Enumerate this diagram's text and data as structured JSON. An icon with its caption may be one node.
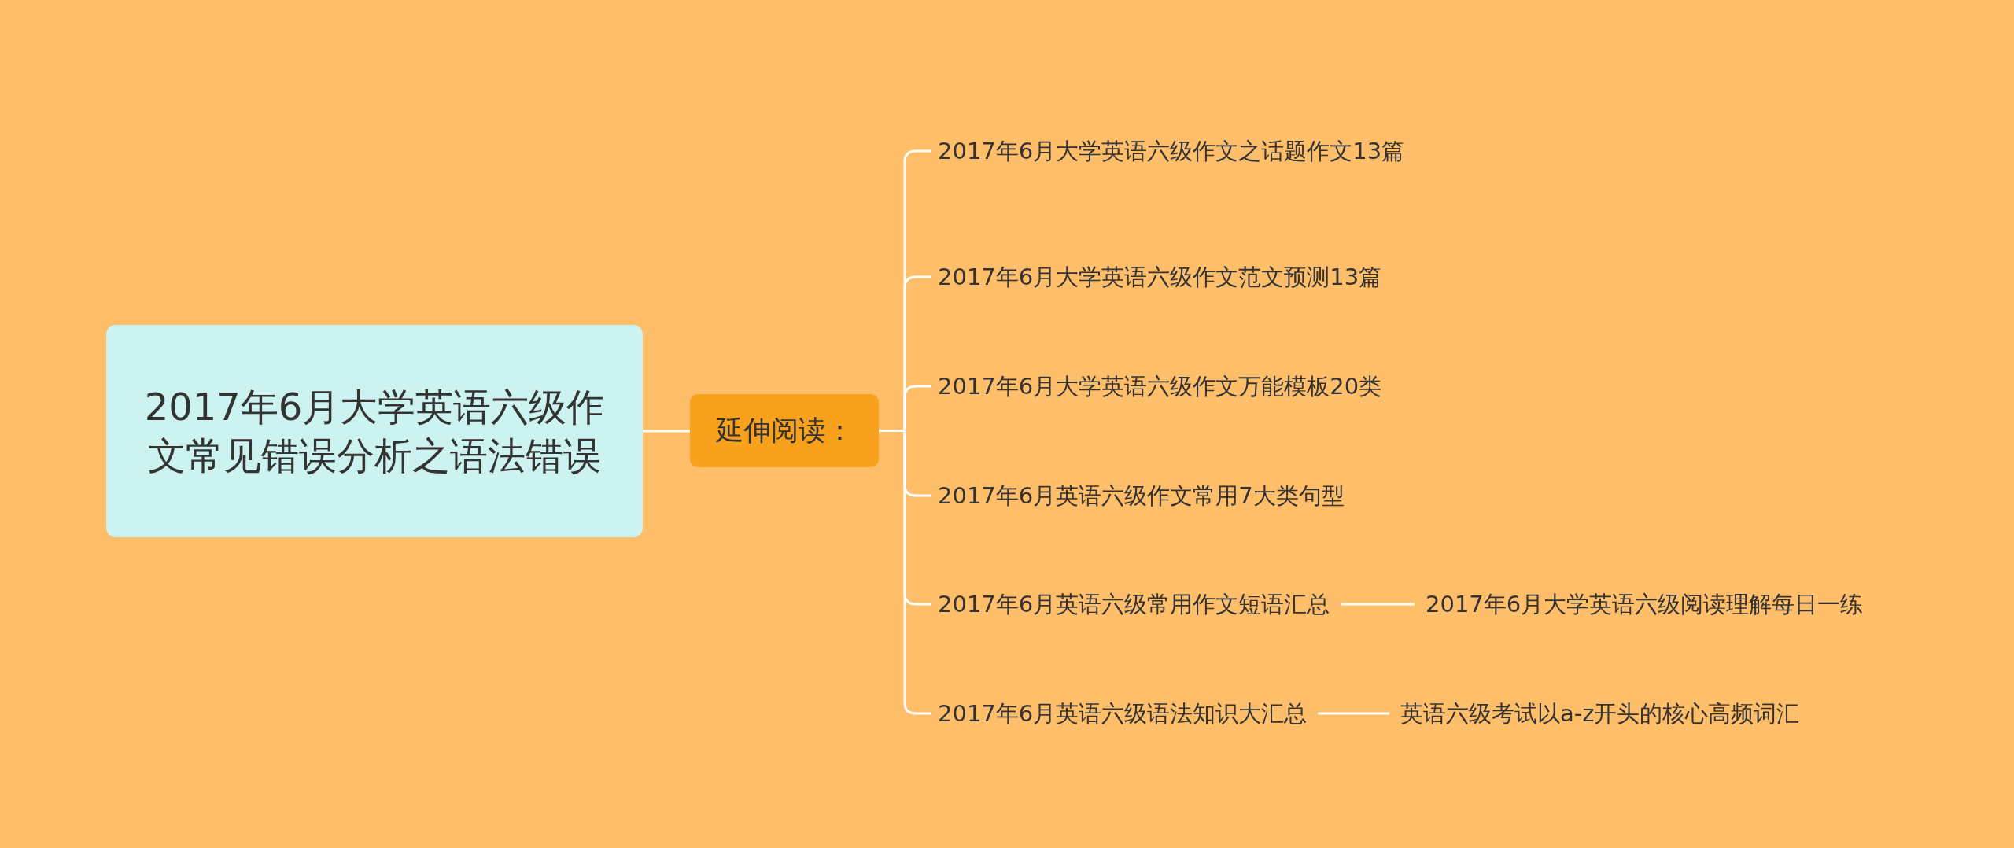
{
  "diagram": {
    "nodes": [
      {
        "text": [
          "2017年6月大学英语六级作文常见错误分析之语法错误"
        ]
      },
      {
        "text": [
          "延伸阅读："
        ]
      },
      {
        "text": [
          "2017年6月大学英语六级作文之话题作文13篇"
        ]
      },
      {
        "text": [
          "2017年6月大学英语六级作文范文预测13篇"
        ]
      },
      {
        "text": [
          "2017年6月大学英语六级作文万能模板20类"
        ]
      },
      {
        "text": [
          "2017年6月英语六级作文常用7大类句型"
        ]
      },
      {
        "text": [
          "2017年6月英语六级常用作文短语汇总"
        ]
      },
      {
        "text": [
          "2017年6月英语六级语法知识大汇总"
        ]
      },
      {
        "text": [
          "2017年6月大学英语六级阅读理解每日一练"
        ]
      },
      {
        "text": [
          "英语六级考试以a-z开头的核心高频词汇"
        ]
      }
    ],
    "edges": [
      {
        "from": 0,
        "to": 1,
        "arrow": "none"
      },
      {
        "from": 1,
        "to": 2,
        "arrow": "none"
      },
      {
        "from": 1,
        "to": 3,
        "arrow": "none"
      },
      {
        "from": 1,
        "to": 4,
        "arrow": "none"
      },
      {
        "from": 1,
        "to": 5,
        "arrow": "none"
      },
      {
        "from": 1,
        "to": 6,
        "arrow": "none"
      },
      {
        "from": 1,
        "to": 7,
        "arrow": "none"
      },
      {
        "from": 6,
        "to": 8,
        "arrow": "none"
      },
      {
        "from": 7,
        "to": 9,
        "arrow": "none"
      }
    ]
  }
}
